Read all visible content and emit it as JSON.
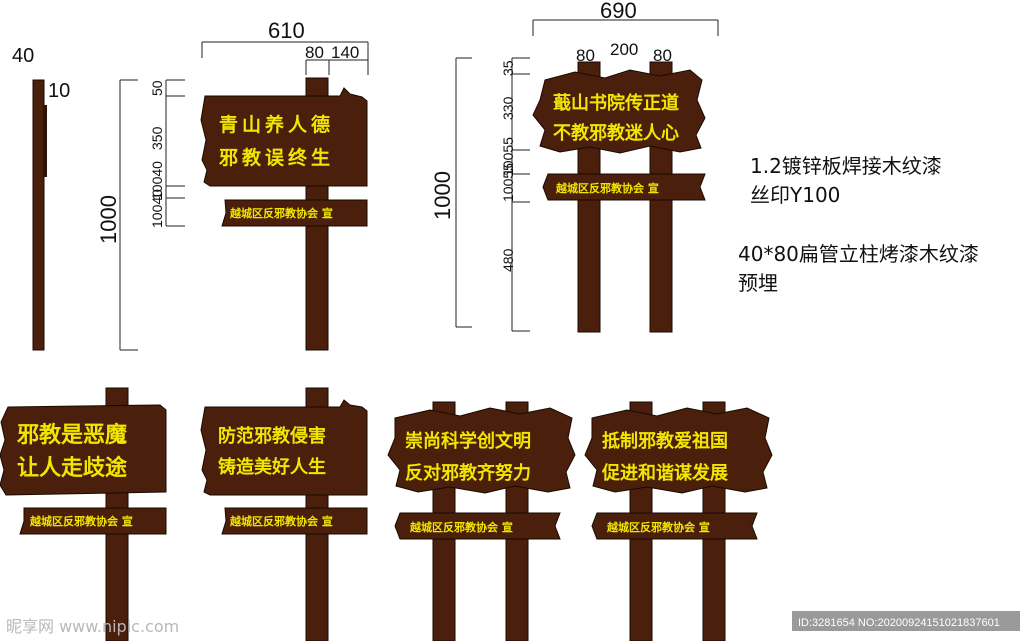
{
  "colors": {
    "wood": "#4a1f0c",
    "wood_dark": "#2e1205",
    "text": "#f2e600",
    "line": "#222222"
  },
  "side_view": {
    "width_label": "40",
    "offset_label": "10"
  },
  "sign1": {
    "top_width": "610",
    "post_label": "80",
    "right_label": "140",
    "side_dims": [
      "50",
      "350",
      "10040",
      "10040"
    ],
    "height_label": "1000",
    "line1": "青山养人德",
    "line2": "邪教误终生",
    "sub": "越城区反邪教协会  宣"
  },
  "sign2": {
    "top_width": "690",
    "post1": "80",
    "gap": "200",
    "post2": "80",
    "side_dims": [
      "35",
      "330",
      "10055",
      "10055",
      "480"
    ],
    "height_label": "1000",
    "line1": "蕺山书院传正道",
    "line2": "不教邪教迷人心",
    "sub": "越城区反邪教协会  宣"
  },
  "notes": {
    "line1": "1.2镀锌板焊接木纹漆",
    "line2": "丝印Y100",
    "line3": "40*80扁管立柱烤漆木纹漆",
    "line4": "预埋"
  },
  "bottom_signs": [
    {
      "line1": "邪教是恶魔",
      "line2": "让人走歧途",
      "sub": "越城区反邪教协会  宣"
    },
    {
      "line1": "防范邪教侵害",
      "line2": "铸造美好人生",
      "sub": "越城区反邪教协会  宣"
    },
    {
      "line1": "崇尚科学创文明",
      "line2": "反对邪教齐努力",
      "sub": "越城区反邪教协会  宣"
    },
    {
      "line1": "抵制邪教爱祖国",
      "line2": "促进和谐谋发展",
      "sub": "越城区反邪教协会  宣"
    }
  ],
  "watermark": {
    "left": "昵享网 www.nipic.com",
    "right": "ID:3281654 NO:20200924151021837601"
  }
}
